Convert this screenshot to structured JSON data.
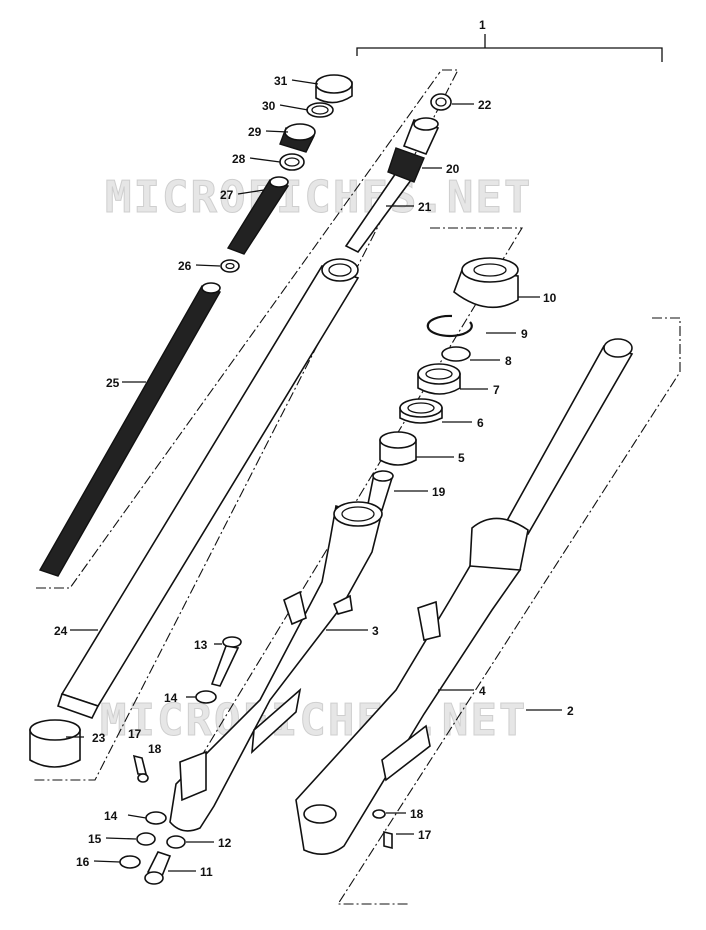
{
  "watermark_text": "MICROFICHES.NET",
  "callouts": [
    "1",
    "2",
    "3",
    "4",
    "5",
    "6",
    "7",
    "8",
    "9",
    "10",
    "11",
    "12",
    "13",
    "14",
    "14",
    "15",
    "16",
    "17",
    "17",
    "18",
    "18",
    "19",
    "20",
    "21",
    "22",
    "23",
    "24",
    "25",
    "26",
    "27",
    "28",
    "29",
    "30",
    "31"
  ]
}
